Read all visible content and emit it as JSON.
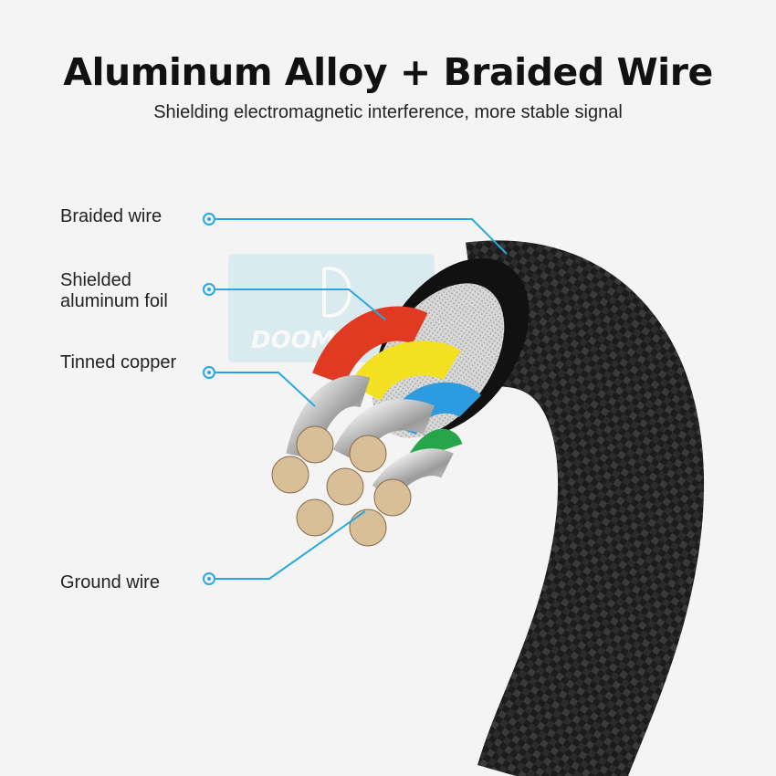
{
  "header": {
    "title": "Aluminum Alloy + Braided Wire",
    "subtitle": "Shielding electromagnetic interference, more stable signal"
  },
  "callouts": [
    {
      "label": "Braided wire"
    },
    {
      "label": "Shielded aluminum foil"
    },
    {
      "label": "Tinned copper"
    },
    {
      "label": "Ground wire"
    }
  ],
  "watermark": {
    "text": "DOOMHOT"
  },
  "colors": {
    "accent": "#29a8e0",
    "wire_red": "#e03a22",
    "wire_yellow": "#f2e021",
    "wire_blue": "#2c9be0",
    "wire_green": "#27a54a",
    "copper": "#d9bf98"
  }
}
